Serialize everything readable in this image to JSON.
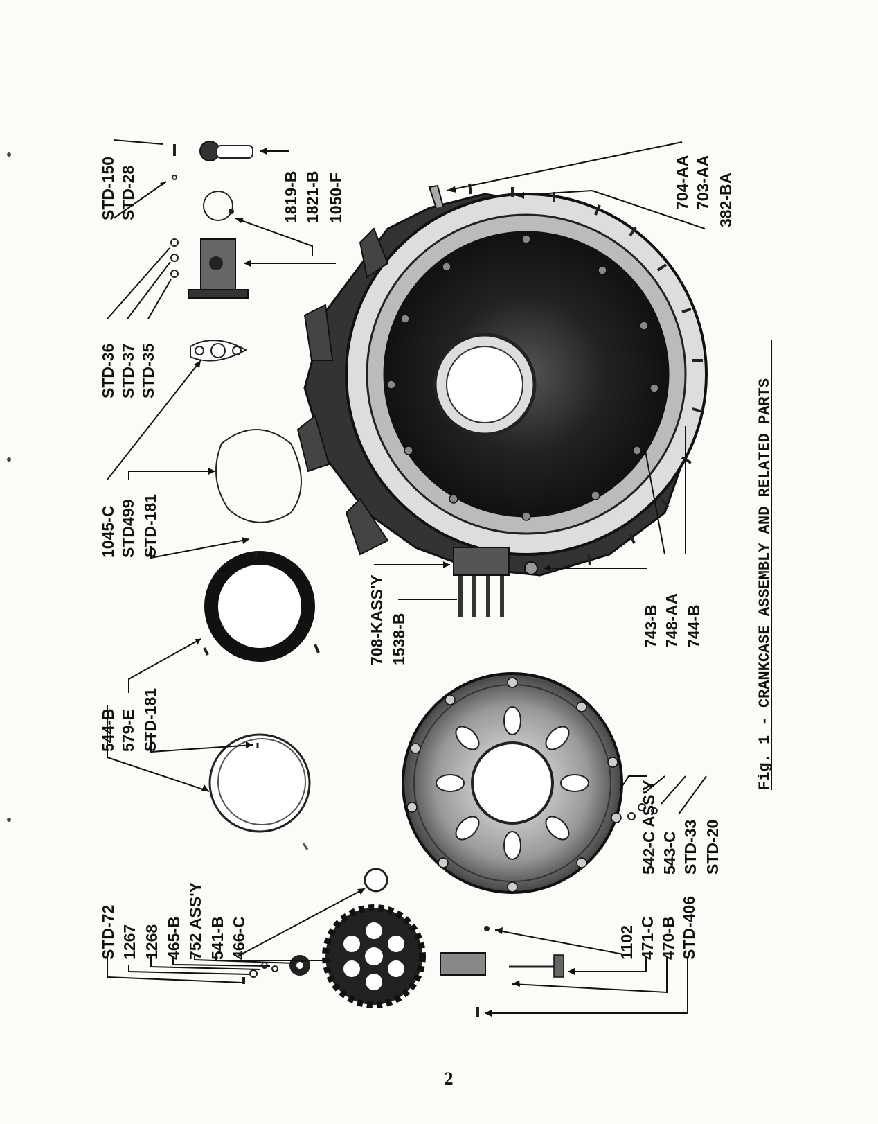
{
  "caption": "Fig. 1 - CRANKCASE ASSEMBLY AND RELATED PARTS",
  "page_number": "2",
  "labels": {
    "std150": "STD-150",
    "std28": "STD-28",
    "p1819b": "1819-B",
    "p1821b": "1821-B",
    "p1050f": "1050-F",
    "p704aa": "704-AA",
    "p703aa": "703-AA",
    "p382ba": "382-BA",
    "std36": "STD-36",
    "std37": "STD-37",
    "std35": "STD-35",
    "p1045c": "1045-C",
    "std499": "STD499",
    "std181a": "STD-181",
    "p544b": "544-B",
    "p579e": "579-E",
    "std181b": "STD-181",
    "p708k": "708-KASS'Y",
    "p1538b": "1538-B",
    "p743b": "743-B",
    "p748aa": "748-AA",
    "p744b": "744-B",
    "p542c": "542-C ASS'Y",
    "p543c": "543-C",
    "std33": "STD-33",
    "std20": "STD-20",
    "std72": "STD-72",
    "p1267": "1267",
    "p1268": "1268",
    "p465b": "465-B",
    "p752": "752 ASS'Y",
    "p541b": "541-B",
    "p466c": "466-C",
    "p1102": "1102",
    "p471c": "471-C",
    "p470b": "470-B",
    "std406": "STD-406"
  }
}
